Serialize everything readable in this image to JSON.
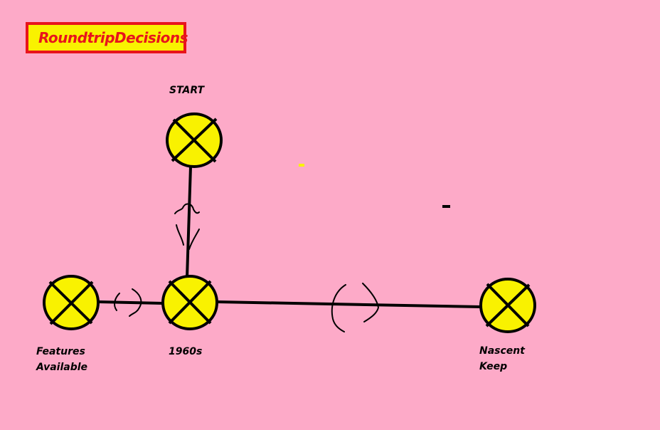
{
  "title": "RoundtripDecisions",
  "nodes": {
    "start": {
      "label": "START"
    },
    "1960s": {
      "label": "1960s"
    },
    "features": {
      "label_line1": "Features",
      "label_line2": "Available"
    },
    "nascent": {
      "label_line1": "Nascent",
      "label_line2": "Keep"
    }
  },
  "colors": {
    "background": "#fdaac8",
    "node_fill": "#f9f200",
    "title_border": "#e8141c",
    "title_text": "#e8141c",
    "line": "#000000"
  },
  "icons": {
    "node": "crossed-circle-icon",
    "path": "squiggle-path-icon"
  }
}
